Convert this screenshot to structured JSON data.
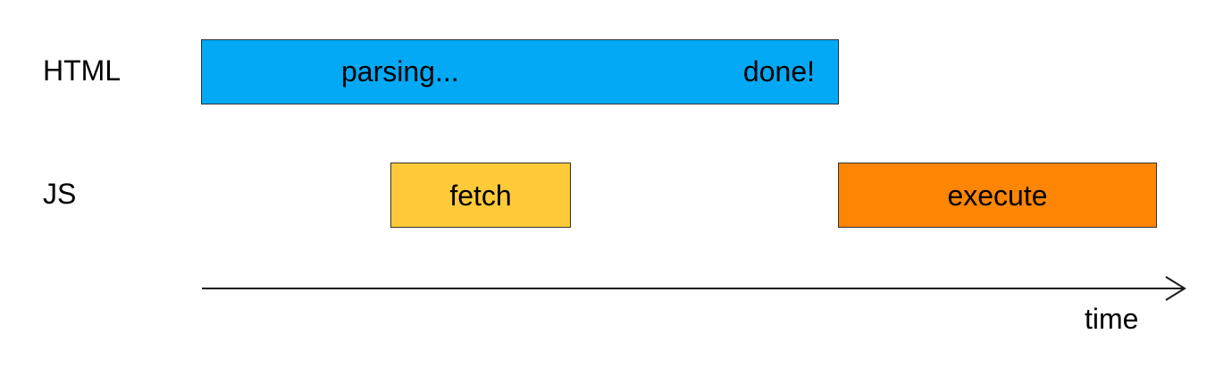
{
  "rows": {
    "html": {
      "label": "HTML",
      "bar": {
        "color": "#03A9F4",
        "text_start": "parsing...",
        "text_end": "done!"
      }
    },
    "js": {
      "label": "JS",
      "fetch": {
        "label": "fetch",
        "color": "#FFCA3A"
      },
      "execute": {
        "label": "execute",
        "color": "#FF8505"
      }
    }
  },
  "axis": {
    "label": "time"
  }
}
